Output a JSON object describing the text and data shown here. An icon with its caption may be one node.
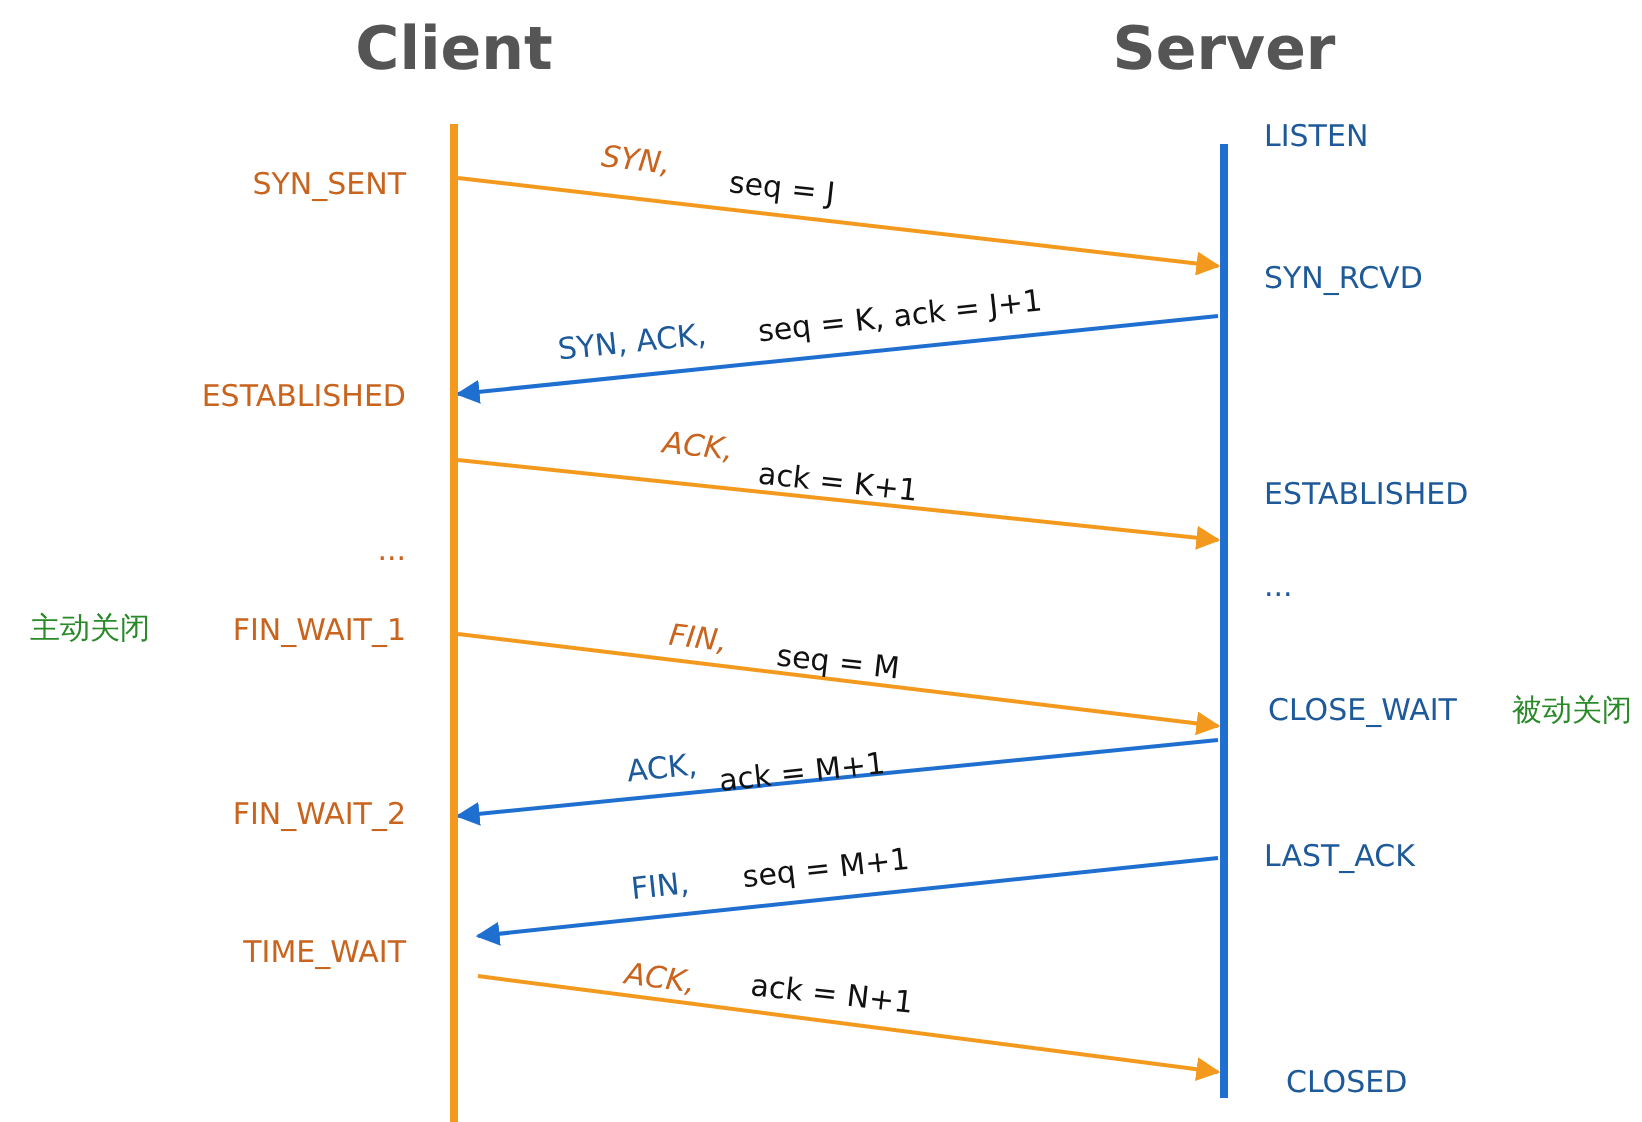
{
  "diagram": {
    "nodes": [
      {
        "text": [
          "Client"
        ],
        "beside": [
          "SYN_SENT",
          "ESTABLISHED",
          "...",
          "FIN_WAIT_1",
          "FIN_WAIT_2",
          "TIME_WAIT"
        ]
      },
      {
        "text": [
          "Server"
        ],
        "beside": [
          "LISTEN",
          "SYN_RCVD",
          "ESTABLISHED",
          "...",
          "CLOSE_WAIT",
          "LAST_ACK",
          "CLOSED"
        ]
      }
    ],
    "edges": [
      {
        "from": 0,
        "to": 1,
        "arrow": "to",
        "label": "SYN,"
      },
      {
        "from": 1,
        "to": 0,
        "arrow": "to",
        "label": "SYN, ACK,",
        "color": "#1f6fd0"
      },
      {
        "from": 0,
        "to": 1,
        "arrow": "to",
        "label": "ACK,"
      },
      {
        "from": 0,
        "to": 1,
        "arrow": "to",
        "label": "FIN,"
      },
      {
        "from": 1,
        "to": 0,
        "arrow": "to",
        "label": "ACK,",
        "color": "#1f6fd0"
      },
      {
        "from": 1,
        "to": 0,
        "arrow": "to",
        "label": "FIN,",
        "color": "#1f6fd0"
      },
      {
        "from": 0,
        "to": 1,
        "arrow": "to",
        "label": "ACK,"
      }
    ],
    "labels": [
      "seq = J",
      "seq = K, ack = J+1",
      "ack = K+1",
      "seq = M",
      "ack = M+1",
      "seq = M+1",
      "ack = N+1",
      "主动关闭",
      "被动关闭"
    ]
  }
}
